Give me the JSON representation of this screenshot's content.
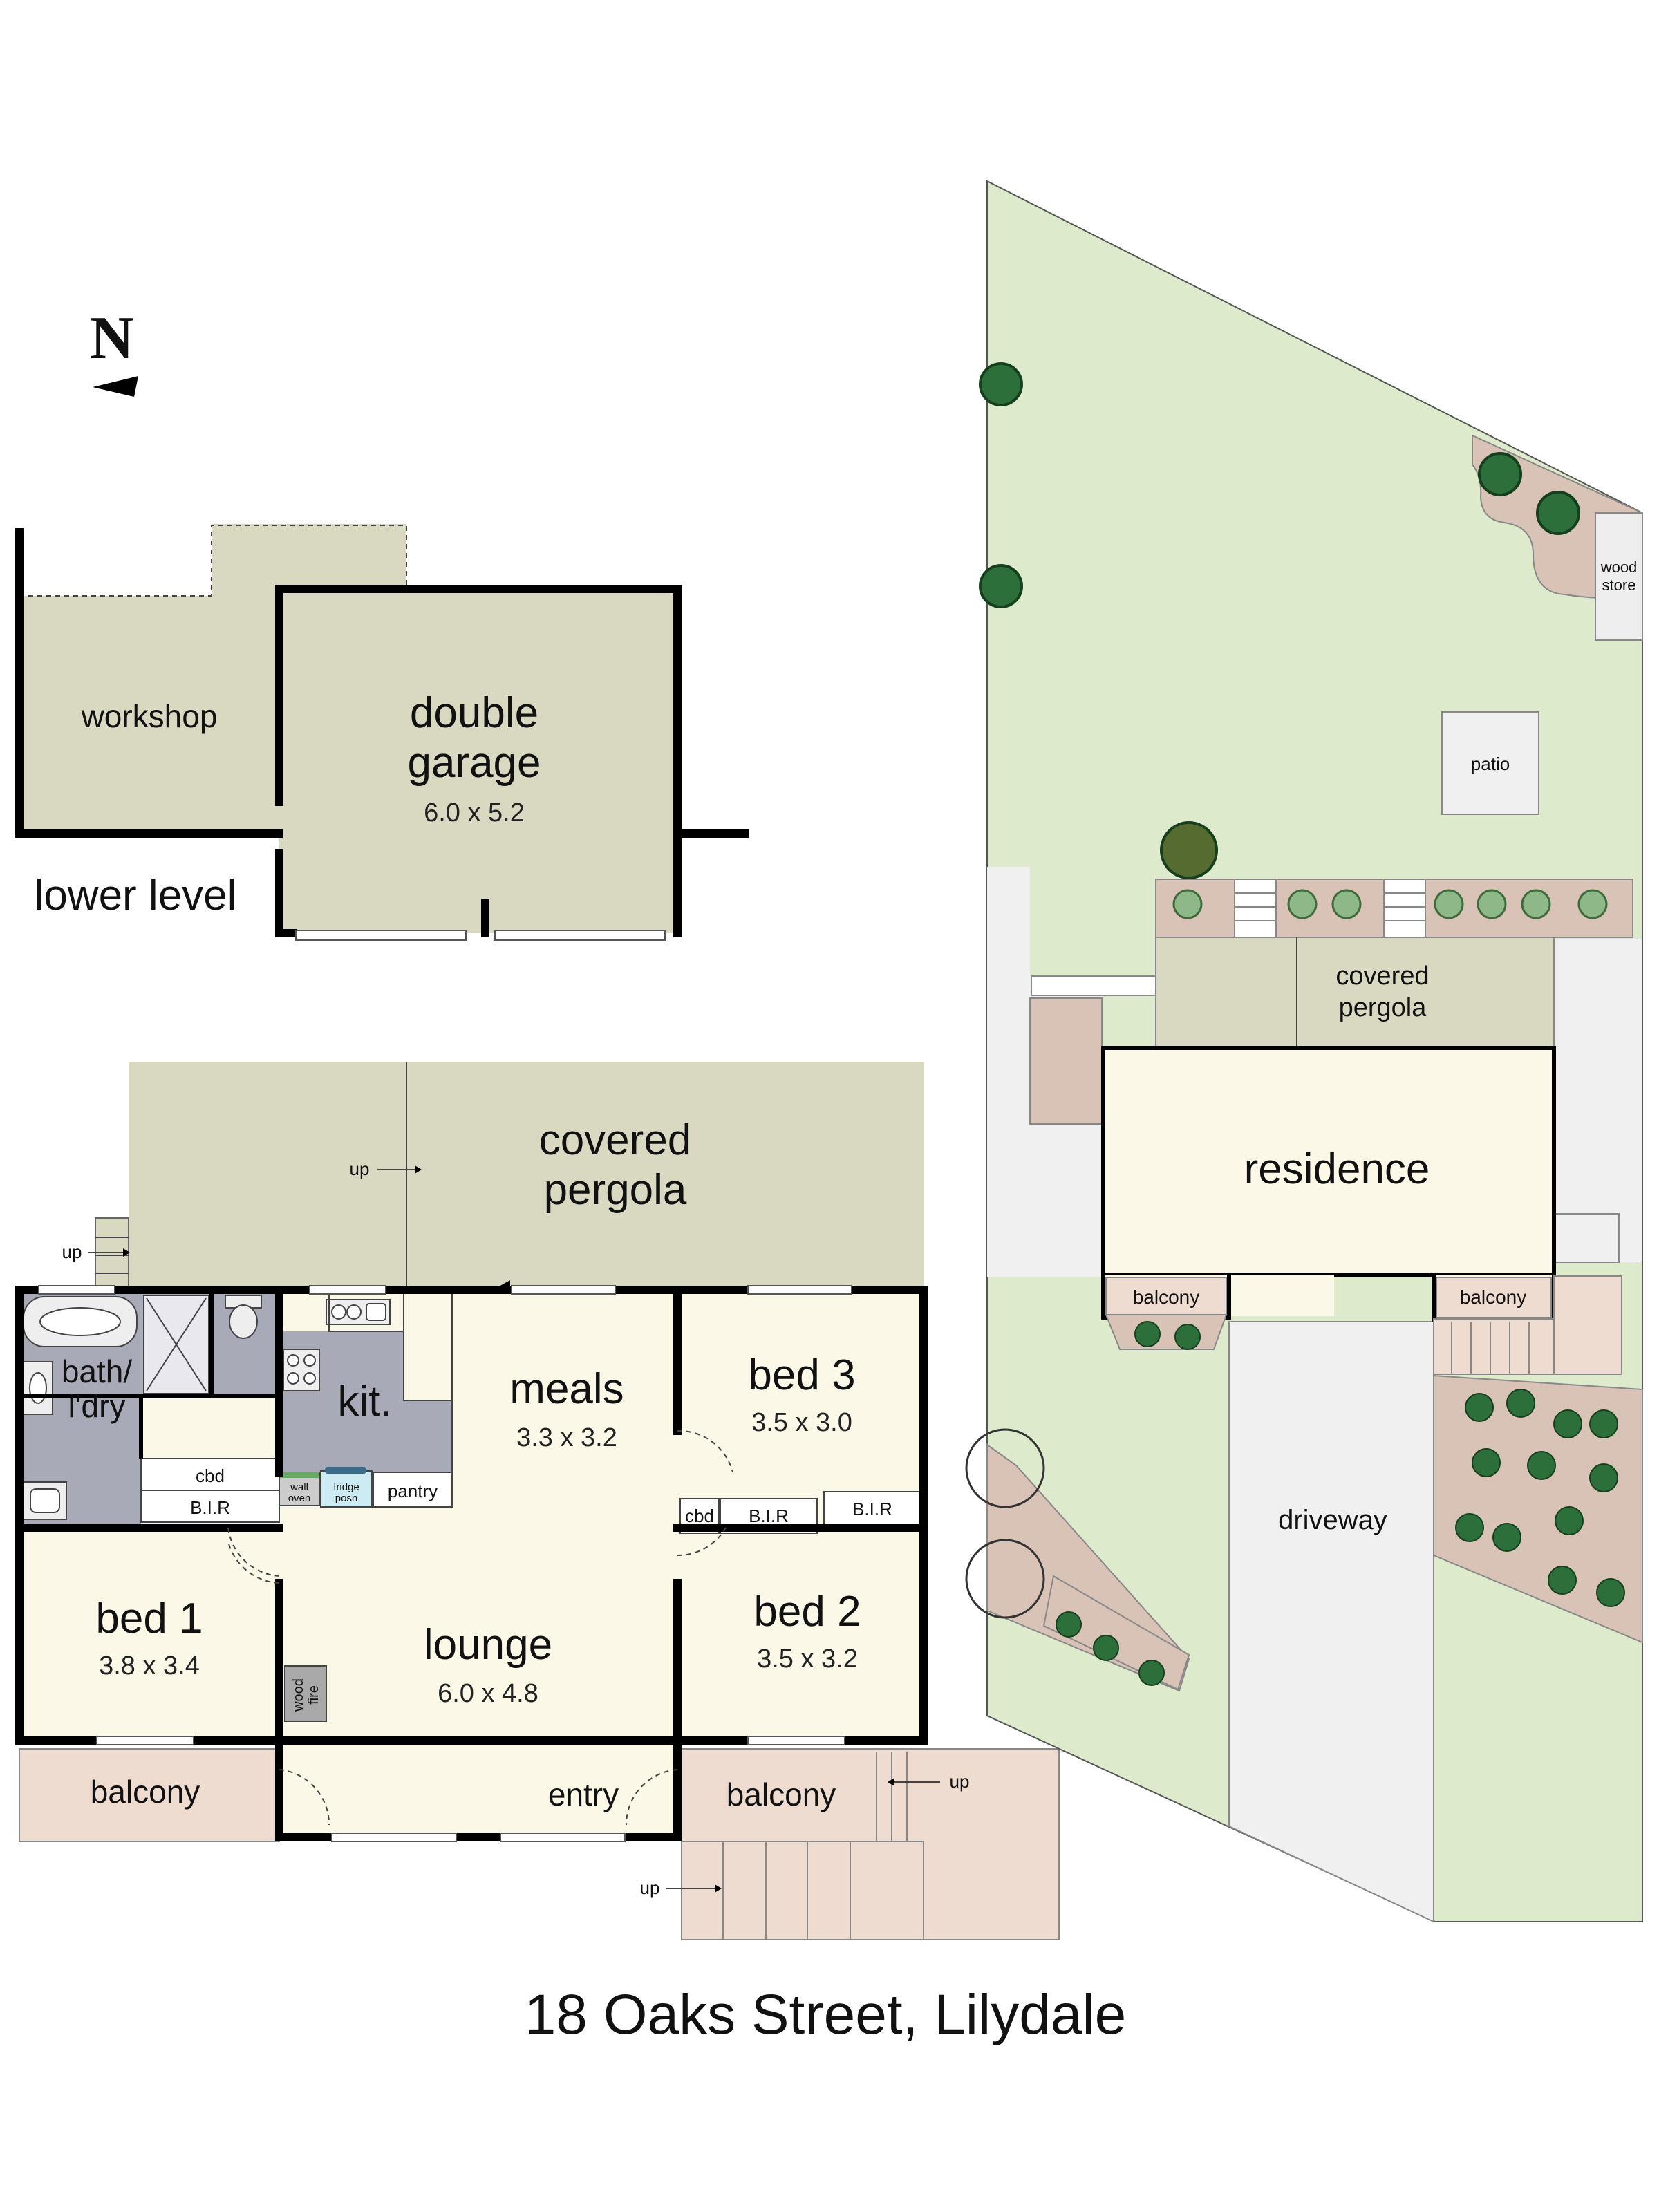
{
  "address": "18 Oaks Street, Lilydale",
  "north_label": "N",
  "lower_level": {
    "title": "lower level",
    "workshop": "workshop",
    "garage": {
      "name_line1": "double",
      "name_line2": "garage",
      "dims": "6.0 x 5.2"
    }
  },
  "floor": {
    "pergola": {
      "line1": "covered",
      "line2": "pergola"
    },
    "meals": {
      "name": "meals",
      "dims": "3.3 x 3.2"
    },
    "kitchen": "kit.",
    "bath": {
      "line1": "bath/",
      "line2": "l'dry"
    },
    "bed1": {
      "name": "bed 1",
      "dims": "3.8 x 3.4"
    },
    "bed2": {
      "name": "bed 2",
      "dims": "3.5 x 3.2"
    },
    "bed3": {
      "name": "bed 3",
      "dims": "3.5 x 3.0"
    },
    "lounge": {
      "name": "lounge",
      "dims": "6.0 x 4.8"
    },
    "entry": "entry",
    "balcony": "balcony",
    "bir": "B.I.R",
    "cbd": "cbd",
    "pantry": "pantry",
    "wall_oven": {
      "line1": "wall",
      "line2": "oven"
    },
    "fridge": {
      "line1": "fridge",
      "line2": "posn"
    },
    "wood_fire": {
      "line1": "wood",
      "line2": "fire"
    },
    "up": "up"
  },
  "site": {
    "residence": "residence",
    "driveway": "driveway",
    "patio": "patio",
    "wood_store": {
      "line1": "wood",
      "line2": "store"
    },
    "pergola": {
      "line1": "covered",
      "line2": "pergola"
    },
    "balcony": "balcony"
  },
  "colors": {
    "garage_fill": "#d9d9c2",
    "room_fill": "#fbf8e8",
    "wet_fill": "#a9aab8",
    "deck_fill": "#eedcd0",
    "lawn_fill": "#ddebcc",
    "garden_fill": "#d8c3b6",
    "paving_fill": "#f0f0f0",
    "tree_fill": "#2d6f3a"
  }
}
